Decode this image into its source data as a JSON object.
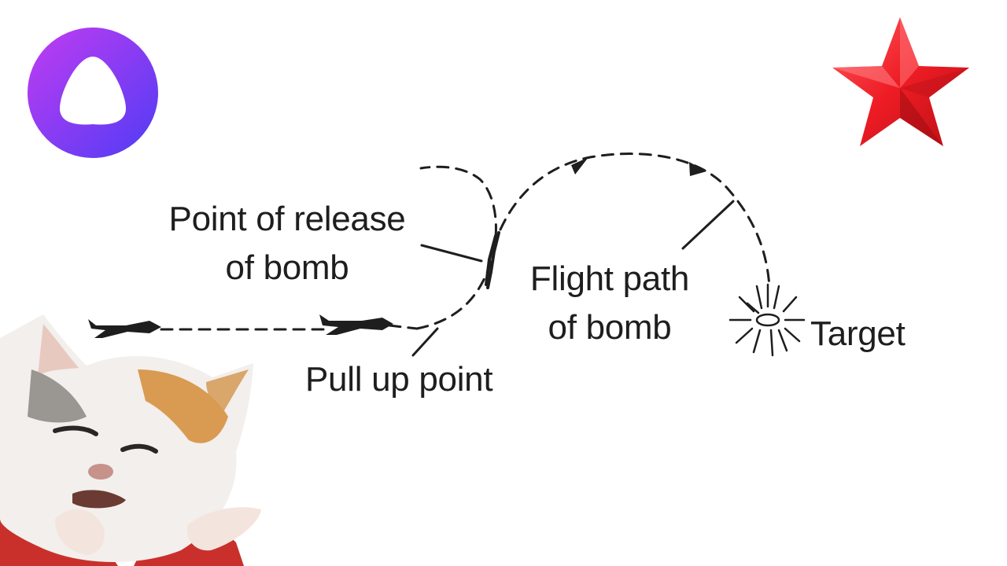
{
  "diagram": {
    "labels": {
      "release_line1": "Point of release",
      "release_line2": "of bomb",
      "flight_line1": "Flight path",
      "flight_line2": "of bomb",
      "pull_up": "Pull up point",
      "target": "Target"
    }
  },
  "colors": {
    "line": "#1e1e1e",
    "logo_start": "#b23cf0",
    "logo_end": "#5b3cf5",
    "star": "#ee1c24"
  },
  "icons": [
    "voice-assistant-logo-icon",
    "red-star-icon",
    "cat-meme-image",
    "airplane-icon",
    "target-burst-icon"
  ]
}
